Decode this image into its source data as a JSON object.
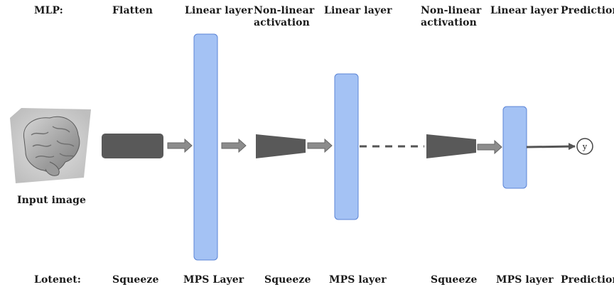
{
  "mlp": {
    "row_label": "MLP:",
    "flatten": "Flatten",
    "linear_layer_1": "Linear layer",
    "nonlinear_1": "Non-linear activation",
    "linear_layer_2": "Linear layer",
    "nonlinear_2": "Non-linear activation",
    "linear_layer_3": "Linear layer",
    "prediction": "Prediction"
  },
  "lotenet": {
    "row_label": "Lotenet:",
    "squeeze_1": "Squeeze",
    "mps_layer_1": "MPS Layer",
    "squeeze_2": "Squeeze",
    "mps_layer_2": "MPS layer",
    "squeeze_3": "Squeeze",
    "mps_layer_3": "MPS layer",
    "prediction": "Prediction"
  },
  "input": {
    "caption": "Input image"
  },
  "output": {
    "symbol": "y"
  },
  "colors": {
    "layer_fill": "#a4c2f4",
    "layer_stroke": "#5b84d6",
    "block_fill": "#595959",
    "arrow_fill": "#8c8c8c",
    "arrow_stroke": "#666666",
    "line": "#555555"
  },
  "icons": {
    "input": "brain-mri-icon"
  }
}
